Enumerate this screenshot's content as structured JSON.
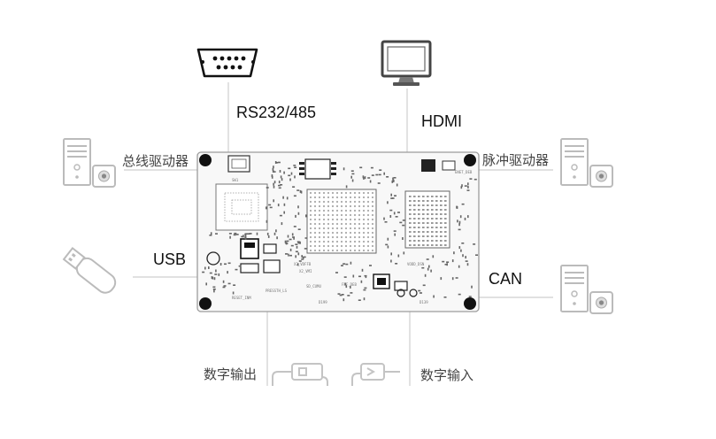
{
  "labels": {
    "rs232": "RS232/485",
    "hdmi": "HDMI",
    "bus_driver": "总线驱动器",
    "pulse_driver": "脉冲驱动器",
    "usb": "USB",
    "can": "CAN",
    "digital_out": "数字输出",
    "digital_in": "数字输入"
  },
  "board_silkscreen": {
    "sw1": "SW1",
    "reset_ibm": "RESET_INM",
    "pressth": "PRESSTH_LS",
    "x2_vd": "X2_VDFFB",
    "x2_vd2": "X2_VMI",
    "fpf": "FPF_DEB",
    "sd": "SD_CUMU",
    "vodd": "VODD_DSN",
    "d199": "D199",
    "d139": "D139",
    "enet": "ENET_DEB"
  },
  "colors": {
    "line": "#c8c8c8",
    "board_outline": "#9a9a9a",
    "board_fill": "#f7f7f7",
    "hole": "#111111",
    "text": "#222222",
    "icon": "#bdbdbd"
  }
}
